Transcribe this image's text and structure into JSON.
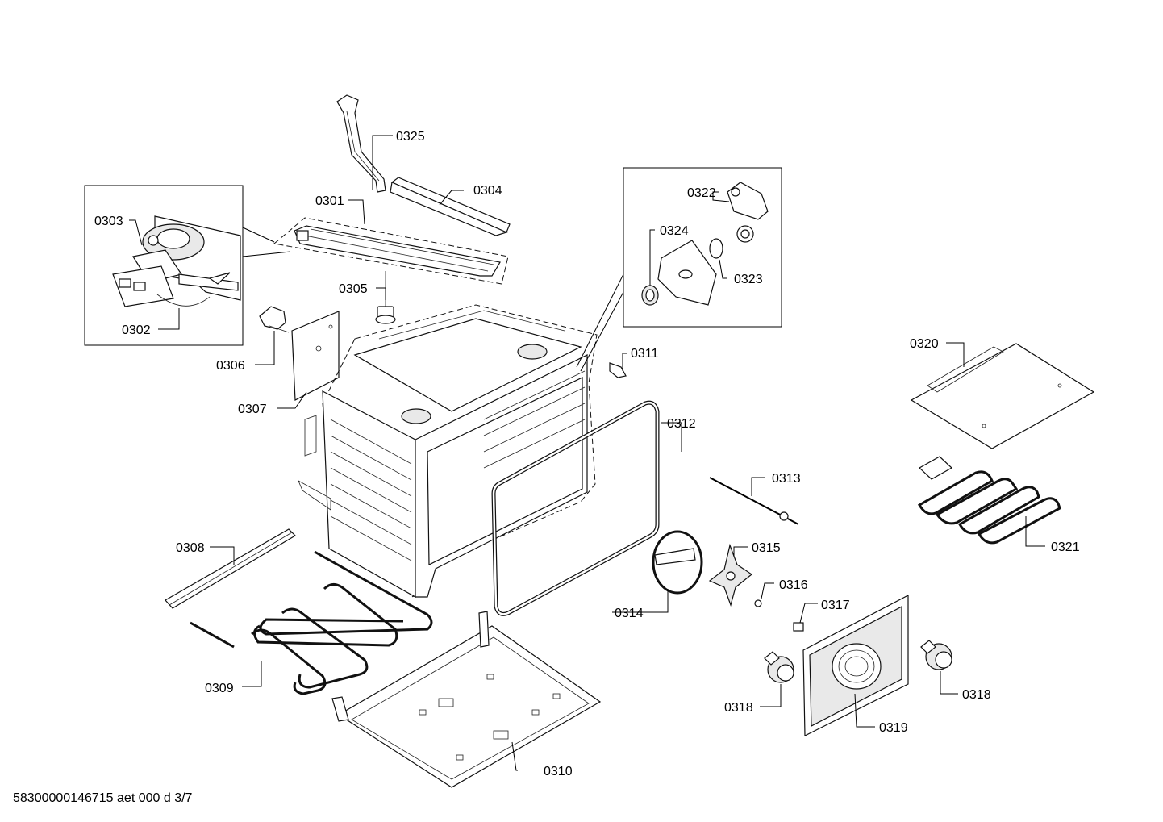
{
  "document_id": "58300000146715 aet 000 d 3/7",
  "parts": {
    "p0301": "0301",
    "p0302": "0302",
    "p0303": "0303",
    "p0304": "0304",
    "p0305": "0305",
    "p0306": "0306",
    "p0307": "0307",
    "p0308": "0308",
    "p0309": "0309",
    "p0310": "0310",
    "p0311": "0311",
    "p0312": "0312",
    "p0313": "0313",
    "p0314": "0314",
    "p0315": "0315",
    "p0316": "0316",
    "p0317": "0317",
    "p0318a": "0318",
    "p0318b": "0318",
    "p0319": "0319",
    "p0320": "0320",
    "p0321": "0321",
    "p0322": "0322",
    "p0323": "0323",
    "p0324": "0324",
    "p0325": "0325"
  }
}
